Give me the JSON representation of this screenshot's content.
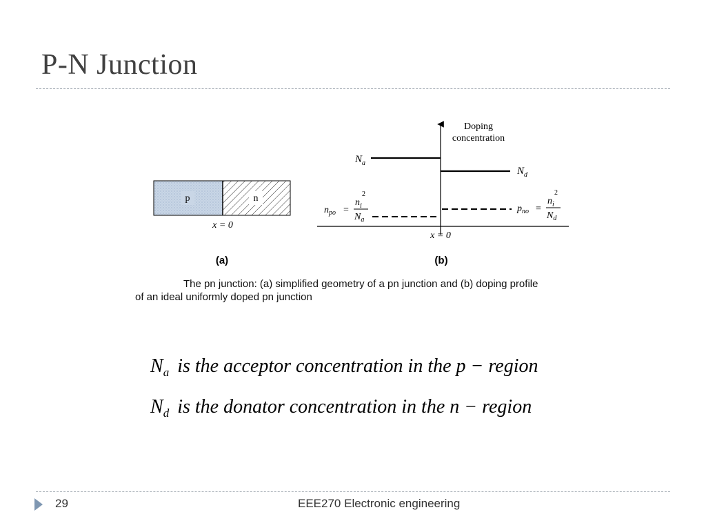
{
  "slide": {
    "title": "P-N Junction",
    "page_number": "29",
    "footer": "EEE270 Electronic engineering"
  },
  "figure": {
    "p_label": "p",
    "n_label": "n",
    "x0_label_a": "x = 0",
    "x0_label_b": "x = 0",
    "y_axis_label_line1": "Doping",
    "y_axis_label_line2": "concentration",
    "Na_symbol": "N",
    "Na_sub": "a",
    "Nd_symbol": "N",
    "Nd_sub": "d",
    "npo_lhs": "n",
    "npo_lhs_sub": "po",
    "pno_lhs": "p",
    "pno_lhs_sub": "no",
    "eq": "=",
    "ni": "n",
    "ni_sub": "i",
    "ni_sup": "2",
    "panel_a": "(a)",
    "panel_b": "(b)",
    "caption_line1": "The pn junction: (a) simplified geometry of a pn junction and (b) doping profile",
    "caption_line2": "of an ideal uniformly doped pn junction"
  },
  "definitions": [
    {
      "symbol": "N",
      "sub": "a",
      "text": "is the acceptor concentration in the p − region"
    },
    {
      "symbol": "N",
      "sub": "d",
      "text": "is the donator concentration in the n − region"
    }
  ],
  "colors": {
    "title": "#404040",
    "rule": "#a9b0b8",
    "p_region_fill": "#c9d6e6",
    "footer_arrow": "#7f97b2"
  },
  "icons": {
    "footer_marker": "triangle-right-icon"
  }
}
